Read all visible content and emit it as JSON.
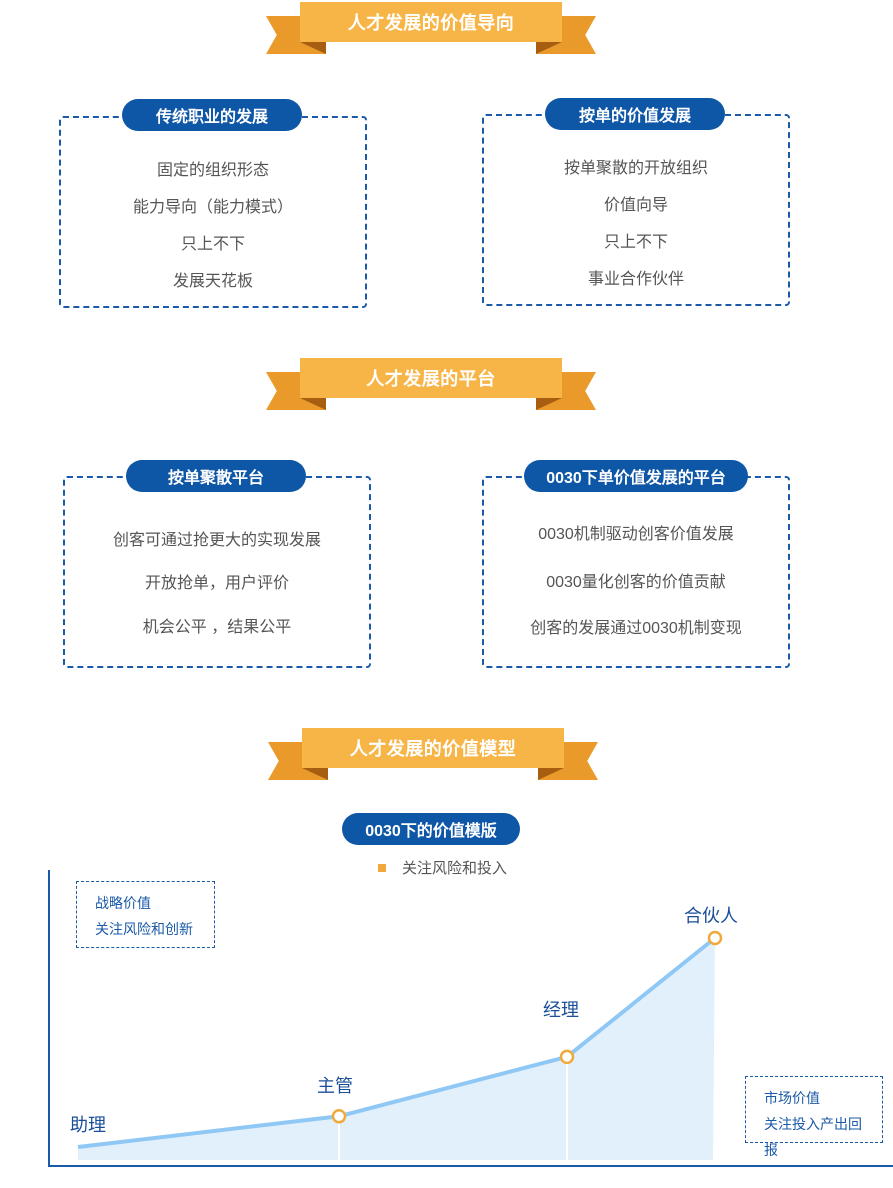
{
  "section1": {
    "banner": "人才发展的价值导向",
    "left": {
      "title": "传统职业的发展",
      "items": [
        "固定的组织形态",
        "能力导向（能力模式）",
        "只上不下",
        "发展天花板"
      ]
    },
    "right": {
      "title": "按单的价值发展",
      "items": [
        "按单聚散的开放组织",
        "价值向导",
        "只上不下",
        "事业合作伙伴"
      ]
    }
  },
  "section2": {
    "banner": "人才发展的平台",
    "left": {
      "title": "按单聚散平台",
      "items": [
        "创客可通过抢更大的实现发展",
        "开放抢单，用户评价",
        "机会公平 ，结果公平"
      ]
    },
    "right": {
      "title": "0030下单价值发展的平台",
      "items": [
        "0030机制驱动创客价值发展",
        "0030量化创客的价值贡献",
        "创客的发展通过0030机制变现"
      ]
    }
  },
  "section3": {
    "banner": "人才发展的价值模型",
    "pill": "0030下的价值模版",
    "legend": "关注风险和投入",
    "note_top": [
      "战略价值",
      "关注风险和创新"
    ],
    "note_bottom": [
      "市场价值",
      "关注投入产出回报"
    ]
  },
  "colors": {
    "ribbon_main": "#f7b548",
    "ribbon_tail": "#e99a2a",
    "ribbon_fold": "#a85e10",
    "navy": "#0e56a6",
    "dash": "#1a5aa8",
    "curve": "#90c8f5",
    "area": "#e2f0fc",
    "marker": "#f2a93b"
  },
  "chart_data": {
    "type": "area",
    "categories": [
      "助理",
      "主管",
      "经理",
      "合伙人"
    ],
    "values": [
      1,
      2,
      4,
      8
    ],
    "xlabel": "",
    "ylabel": "",
    "grid": false,
    "legend": "top-center"
  }
}
